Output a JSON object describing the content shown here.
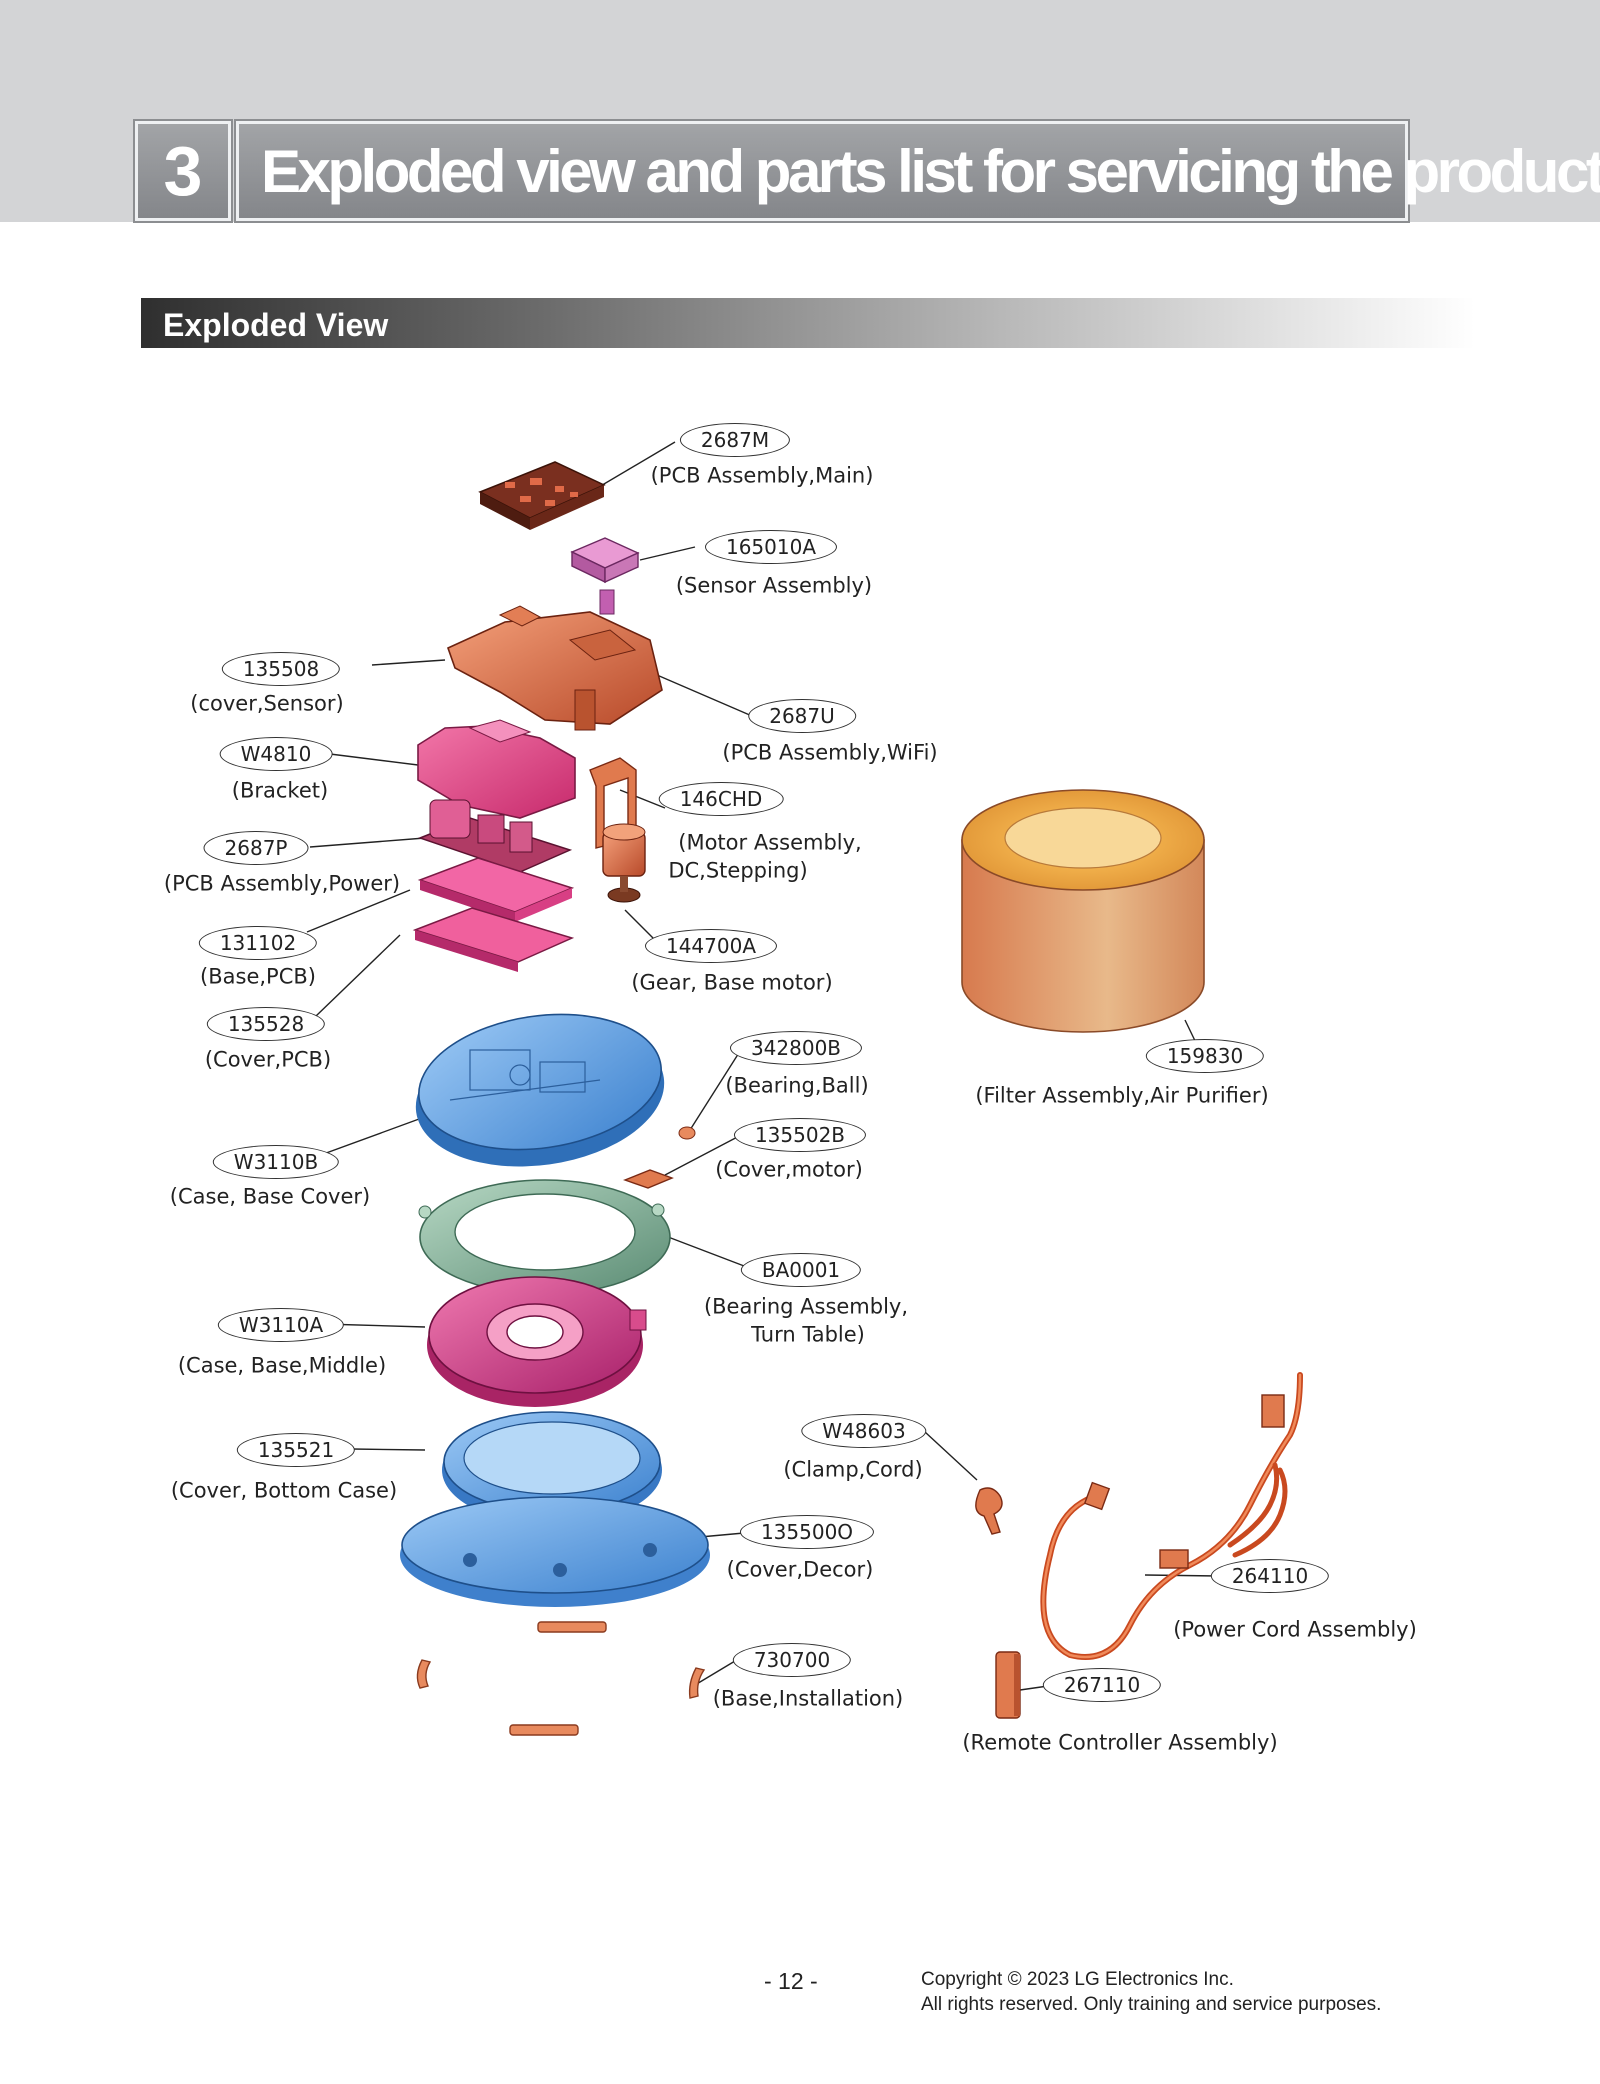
{
  "header": {
    "chapter_number": "3",
    "title": "Exploded view and parts list for servicing the product"
  },
  "section": {
    "title": "Exploded View"
  },
  "parts": {
    "p2687M": {
      "code": "2687M",
      "desc": "(PCB Assembly,Main)"
    },
    "p165010A": {
      "code": "165010A",
      "desc": "(Sensor Assembly)"
    },
    "p135508": {
      "code": "135508",
      "desc": "(cover,Sensor)"
    },
    "p2687U": {
      "code": "2687U",
      "desc": "(PCB Assembly,WiFi)"
    },
    "pW4810": {
      "code": "W4810",
      "desc": "(Bracket)"
    },
    "p146CHD": {
      "code": "146CHD",
      "desc1": "(Motor Assembly,",
      "desc2": "DC,Stepping)"
    },
    "p2687P": {
      "code": "2687P",
      "desc": "(PCB Assembly,Power)"
    },
    "p131102": {
      "code": "131102",
      "desc": "(Base,PCB)"
    },
    "p144700A": {
      "code": "144700A",
      "desc": "(Gear, Base motor)"
    },
    "p135528": {
      "code": "135528",
      "desc": "(Cover,PCB)"
    },
    "p342800B": {
      "code": "342800B",
      "desc": "(Bearing,Ball)"
    },
    "p159830": {
      "code": "159830",
      "desc": "(Filter Assembly,Air Purifier)"
    },
    "p135502B": {
      "code": "135502B",
      "desc": "(Cover,motor)"
    },
    "pW3110B": {
      "code": "W3110B",
      "desc": "(Case, Base Cover)"
    },
    "pBA0001": {
      "code": "BA0001",
      "desc1": "(Bearing Assembly,",
      "desc2": "Turn Table)"
    },
    "pW3110A": {
      "code": "W3110A",
      "desc": "(Case, Base,Middle)"
    },
    "pW48603": {
      "code": "W48603",
      "desc": "(Clamp,Cord)"
    },
    "p135521": {
      "code": "135521",
      "desc": "(Cover, Bottom Case)"
    },
    "p135500O": {
      "code": "135500O",
      "desc": "(Cover,Decor)"
    },
    "p264110": {
      "code": "264110",
      "desc": "(Power Cord  Assembly)"
    },
    "p730700": {
      "code": "730700",
      "desc": "(Base,Installation)"
    },
    "p267110": {
      "code": "267110",
      "desc": "(Remote Controller Assembly)"
    }
  },
  "footer": {
    "page_number": "- 12 -",
    "copyright_line1": "Copyright © 2023 LG Electronics Inc.",
    "copyright_line2": "All rights reserved. Only training and service purposes."
  }
}
